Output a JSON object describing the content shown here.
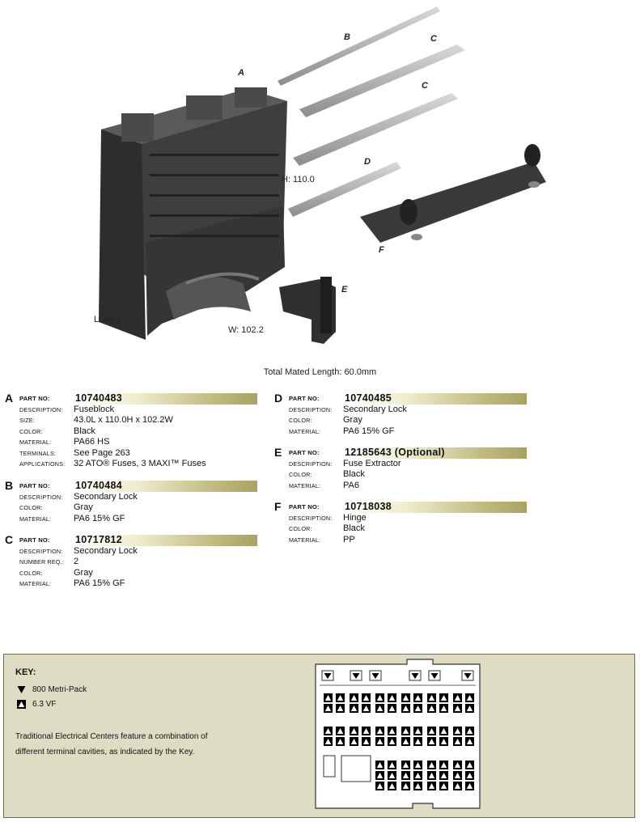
{
  "illustration": {
    "dimensions": {
      "height": "H: 110.0",
      "length": "L: 43.0",
      "width": "W: 102.2"
    },
    "callouts": [
      "A",
      "B",
      "C",
      "C",
      "D",
      "E",
      "F"
    ],
    "total_mated_length": "Total Mated Length: 60.0mm"
  },
  "parts": [
    {
      "letter": "A",
      "part_no_label": "PART NO:",
      "part_no": "10740483",
      "fields": [
        {
          "label": "DESCRIPTION:",
          "value": "Fuseblock"
        },
        {
          "label": "SIZE:",
          "value": "43.0L x 110.0H x 102.2W"
        },
        {
          "label": "COLOR:",
          "value": "Black"
        },
        {
          "label": "MATERIAL:",
          "value": "PA66 HS"
        },
        {
          "label": "TERMINALS:",
          "value": "See Page 263"
        },
        {
          "label": "APPLICATIONS:",
          "value": "32 ATO® Fuses, 3 MAXI™ Fuses"
        }
      ]
    },
    {
      "letter": "B",
      "part_no_label": "PART NO:",
      "part_no": "10740484",
      "fields": [
        {
          "label": "DESCRIPTION:",
          "value": "Secondary Lock"
        },
        {
          "label": "COLOR:",
          "value": "Gray"
        },
        {
          "label": "MATERIAL:",
          "value": "PA6 15% GF"
        }
      ]
    },
    {
      "letter": "C",
      "part_no_label": "PART NO:",
      "part_no": "10717812",
      "fields": [
        {
          "label": "DESCRIPTION:",
          "value": "Secondary Lock"
        },
        {
          "label": "NUMBER REQ.:",
          "value": "2"
        },
        {
          "label": "COLOR:",
          "value": "Gray"
        },
        {
          "label": "MATERIAL:",
          "value": "PA6 15% GF"
        }
      ]
    },
    {
      "letter": "D",
      "part_no_label": "PART NO:",
      "part_no": "10740485",
      "fields": [
        {
          "label": "DESCRIPTION:",
          "value": "Secondary Lock"
        },
        {
          "label": "COLOR:",
          "value": "Gray"
        },
        {
          "label": "MATERIAL:",
          "value": "PA6 15% GF"
        }
      ]
    },
    {
      "letter": "E",
      "part_no_label": "PART NO:",
      "part_no": "12185643 (Optional)",
      "fields": [
        {
          "label": "DESCRIPTION:",
          "value": "Fuse Extractor"
        },
        {
          "label": "COLOR:",
          "value": "Black"
        },
        {
          "label": "MATERIAL:",
          "value": "PA6"
        }
      ]
    },
    {
      "letter": "F",
      "part_no_label": "PART NO:",
      "part_no": "10718038",
      "fields": [
        {
          "label": "DESCRIPTION:",
          "value": "Hinge"
        },
        {
          "label": "COLOR:",
          "value": "Black"
        },
        {
          "label": "MATERIAL:",
          "value": "PP"
        }
      ]
    }
  ],
  "key": {
    "title": "KEY:",
    "items": [
      {
        "icon": "filled-triangle-icon",
        "label": "800 Metri-Pack"
      },
      {
        "icon": "boxed-triangle-icon",
        "label": "6.3 VF"
      }
    ],
    "note": "Traditional Electrical Centers feature a combination of different terminal cavities, as indicated by the Key."
  },
  "colors": {
    "key_panel": "#dedcc3",
    "bar_start": "#ffffff",
    "bar_end": "#a9a260"
  }
}
